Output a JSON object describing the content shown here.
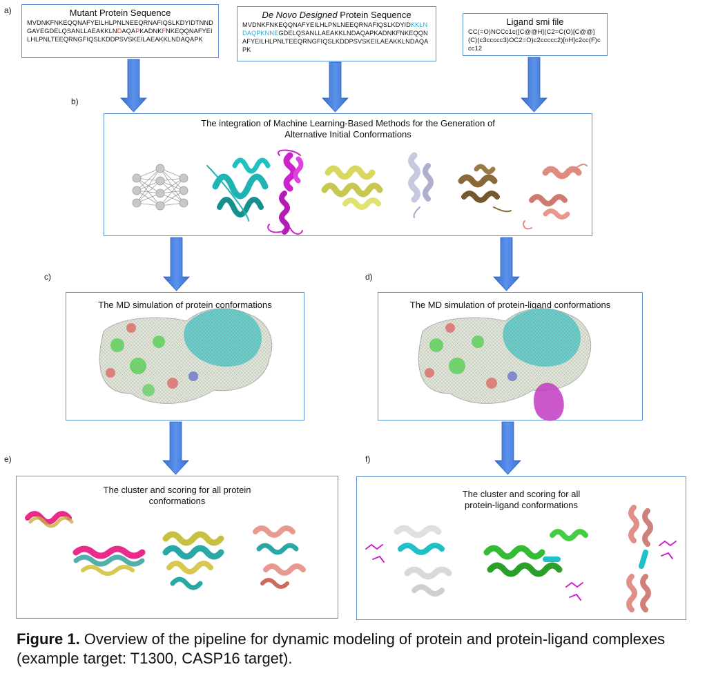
{
  "panels": {
    "a": "a)",
    "b": "b)",
    "c": "c)",
    "d": "d)",
    "e": "e)",
    "f": "f)"
  },
  "mutant": {
    "title": "Mutant Protein Sequence",
    "seq1": "MVDNKFNKEQQNAFYEILHLPNLNEEQRNAFIQSLKDYIDTNNDGAYEGDELQSANLLAEAKKLN",
    "mut1": "D",
    "seq2": "AQA",
    "mut2": "P",
    "seq3": "KADNK",
    "mut3": "F",
    "seq4": "NKEQQNAFYEILHLPNLTEEQRNGFIQSLKDDPSVSKEILAEAKKLNDAQAPK"
  },
  "denovo": {
    "title_italic": "De Novo Designed",
    "title_rest": " Protein Sequence",
    "seq1": "MVDNKFNKEQQNAFYEILHLPNLNEEQRNAFIQSLKDYID",
    "ins": "KKLNDAQPKNNE",
    "seq2": "GDELQSANLLAEAKKLNDAQAPKADNKFNKEQQNAFYEILHLPNLTEEQRNGFIQSLKDDPSVSKEILAEAKKLNDAQAPK"
  },
  "ligand": {
    "title": "Ligand smi file",
    "smiles": "CC(=O)NCCc1c([C@@H](C2=C(O)[C@@](C)(c3ccccc3)OC2=O)c2ccccc2)[nH]c2cc(F)ccc12"
  },
  "integration": {
    "title1": "The integration of Machine Learning-Based Methods for the Generation of",
    "title2": "Alternative Initial Conformations"
  },
  "md_protein": {
    "title": "The MD simulation of protein conformations"
  },
  "md_ligand": {
    "title": "The MD simulation of protein-ligand conformations"
  },
  "cluster_protein": {
    "title1": "The cluster and scoring for all protein",
    "title2": "conformations"
  },
  "cluster_ligand": {
    "title1": "The cluster and scoring for all",
    "title2": "protein-ligand  conformations"
  },
  "caption": {
    "label": "Figure 1.",
    "text": " Overview of the pipeline for dynamic modeling of protein and protein-ligand complexes (example target: T1300, CASP16 target)."
  },
  "colors": {
    "box_border": "#5b8fd0",
    "arrow": "#4a86e8",
    "cyan": "#1fb3b3",
    "magenta": "#cc22cc",
    "yellow": "#d8d860",
    "lavender": "#c8c8e0",
    "brown": "#8a6a3a",
    "salmon": "#e08a80",
    "green": "#33bb33",
    "gray": "#cccccc"
  }
}
